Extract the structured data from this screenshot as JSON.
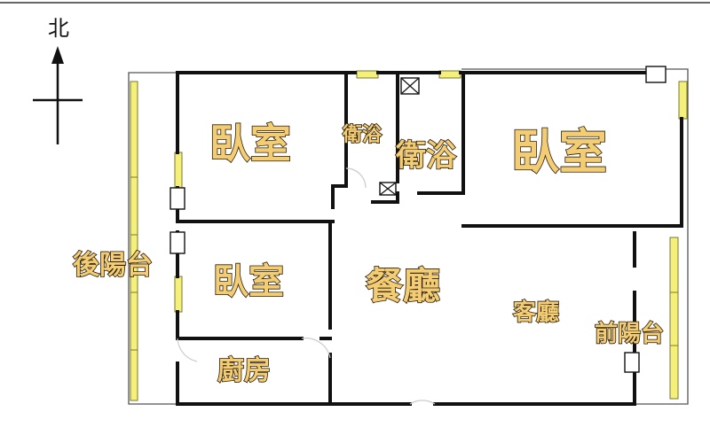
{
  "compass": {
    "label": "北"
  },
  "rooms": {
    "bedroom_nw": "臥室",
    "bath_small": "衛浴",
    "bath_main": "衛浴",
    "bedroom_ne": "臥室",
    "bedroom_w": "臥室",
    "dining": "餐廳",
    "living": "客廳",
    "kitchen": "廚房",
    "rear_balcony": "後陽台",
    "front_balcony": "前陽台"
  }
}
